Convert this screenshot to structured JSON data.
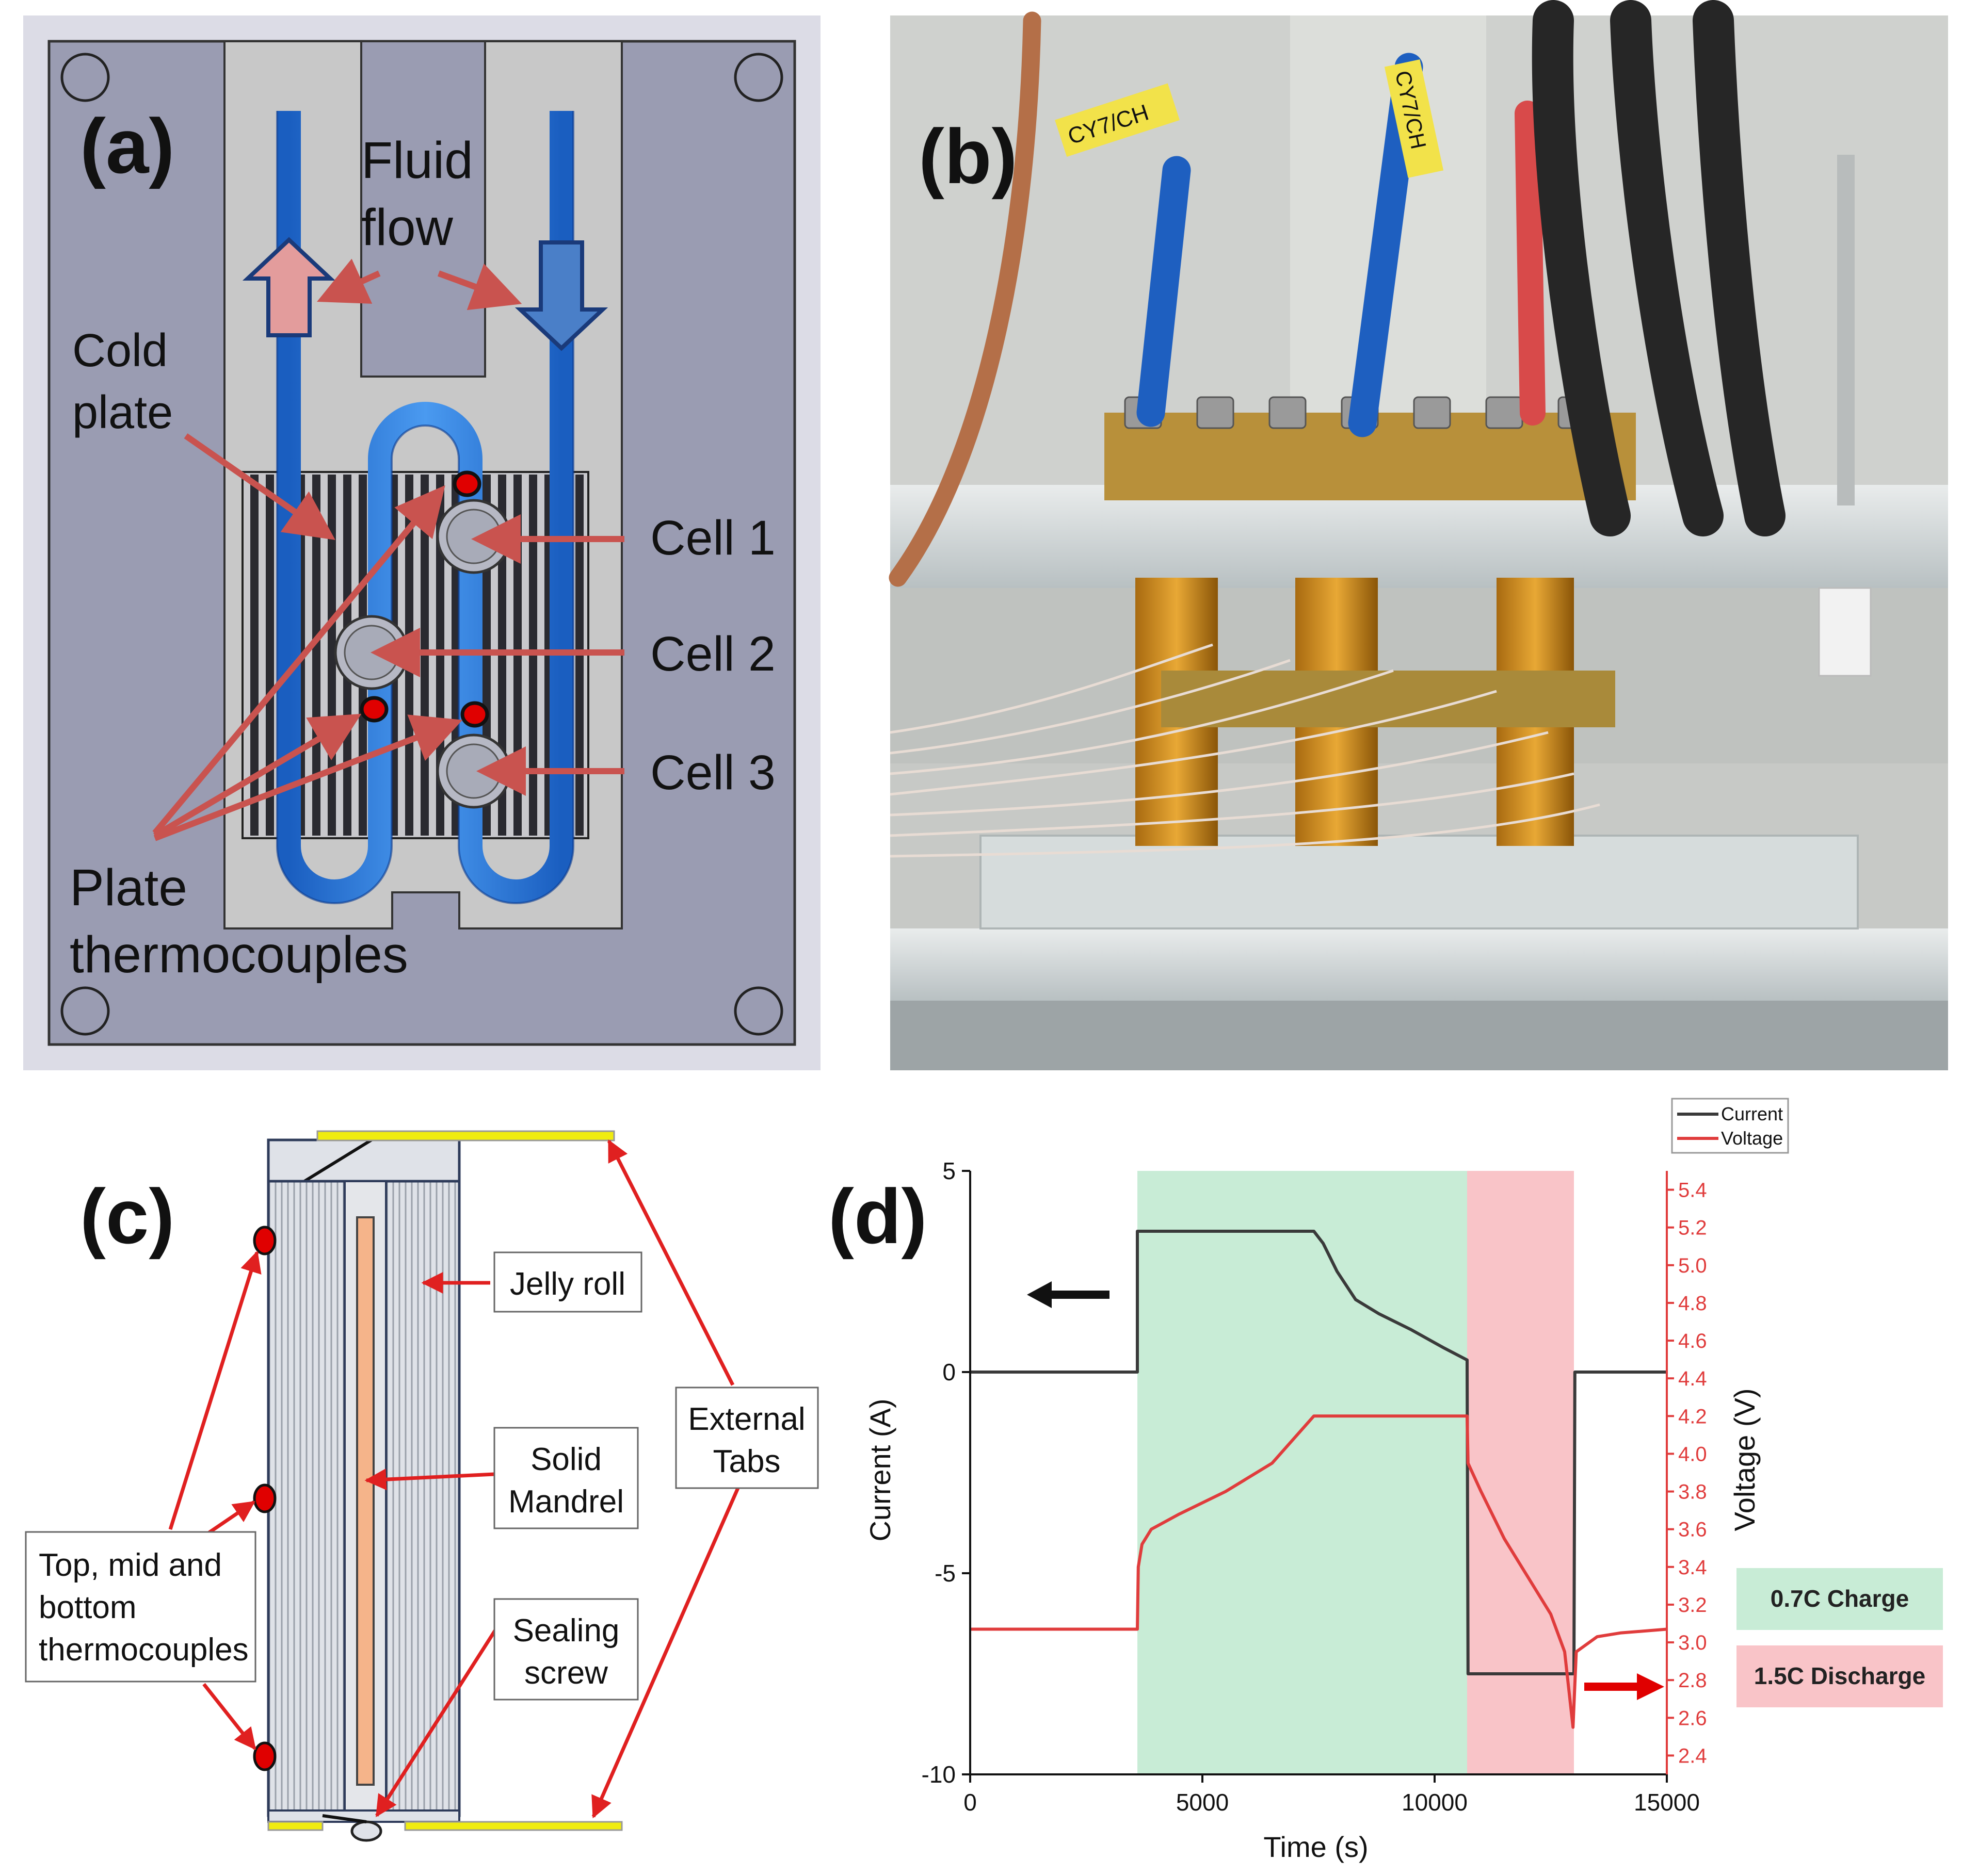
{
  "panel_a": {
    "label": "(a)",
    "fluid_flow": [
      "Fluid",
      "flow"
    ],
    "cold_plate": [
      "Cold",
      "plate"
    ],
    "cell1": "Cell 1",
    "cell2": "Cell 2",
    "cell3": "Cell 3",
    "plate_thermocouples": [
      "Plate",
      "thermocouples"
    ]
  },
  "panel_b": {
    "label": "(b)",
    "tags": [
      "CY7/CH",
      "CY7/CH"
    ]
  },
  "panel_c": {
    "label": "(c)",
    "jelly_roll": "Jelly roll",
    "solid_mandrel": [
      "Solid",
      "Mandrel"
    ],
    "sealing_screw": [
      "Sealing",
      "screw"
    ],
    "external_tabs": [
      "External",
      "Tabs"
    ],
    "thermocouples": [
      "Top, mid and",
      "bottom",
      "thermocouples"
    ]
  },
  "panel_d": {
    "label": "(d)",
    "regions": [
      {
        "label": "0.7C Charge",
        "color": "#c8ecd6"
      },
      {
        "label": "1.5C Discharge",
        "color": "#f9c4c8"
      }
    ]
  },
  "chart_data": {
    "type": "line",
    "xlabel": "Time (s)",
    "ylabel": "Current (A)",
    "y2label": "Voltage (V)",
    "xlim": [
      0,
      15000
    ],
    "ylim": [
      -10,
      5
    ],
    "y2lim": [
      2.3,
      5.5
    ],
    "x_ticks": [
      "0",
      "5000",
      "10000",
      "15000"
    ],
    "y_ticks": [
      "5",
      "0",
      "-5",
      "-10"
    ],
    "y2_ticks": [
      "2.4",
      "2.6",
      "2.8",
      "3.0",
      "3.2",
      "3.4",
      "3.6",
      "3.8",
      "4.0",
      "4.2",
      "4.4",
      "4.6",
      "4.8",
      "5.0",
      "5.2",
      "5.4"
    ],
    "legend": {
      "position": "top-right",
      "entries": [
        "Current",
        "Voltage"
      ]
    },
    "shaded_regions": [
      {
        "x": [
          3600,
          10700
        ],
        "label": "0.7C Charge"
      },
      {
        "x": [
          10700,
          13000
        ],
        "label": "1.5C Discharge"
      }
    ],
    "series": [
      {
        "name": "Current",
        "axis": "left",
        "color": "#3a3a3a",
        "points": [
          [
            0,
            0
          ],
          [
            3600,
            0
          ],
          [
            3600,
            3.5
          ],
          [
            7400,
            3.5
          ],
          [
            7600,
            3.2
          ],
          [
            7900,
            2.5
          ],
          [
            8300,
            1.8
          ],
          [
            8800,
            1.45
          ],
          [
            9500,
            1.05
          ],
          [
            10200,
            0.6
          ],
          [
            10700,
            0.3
          ],
          [
            10720,
            -7.5
          ],
          [
            13000,
            -7.5
          ],
          [
            13020,
            0
          ],
          [
            15000,
            0
          ]
        ]
      },
      {
        "name": "Voltage",
        "axis": "right",
        "color": "#e03c3c",
        "points": [
          [
            0,
            3.07
          ],
          [
            3600,
            3.07
          ],
          [
            3620,
            3.4
          ],
          [
            3700,
            3.52
          ],
          [
            3900,
            3.6
          ],
          [
            4500,
            3.68
          ],
          [
            5500,
            3.8
          ],
          [
            6500,
            3.95
          ],
          [
            7400,
            4.2
          ],
          [
            10700,
            4.2
          ],
          [
            10720,
            3.95
          ],
          [
            11000,
            3.8
          ],
          [
            11500,
            3.55
          ],
          [
            12000,
            3.35
          ],
          [
            12500,
            3.15
          ],
          [
            12800,
            2.95
          ],
          [
            12980,
            2.55
          ],
          [
            13050,
            2.95
          ],
          [
            13500,
            3.03
          ],
          [
            14000,
            3.05
          ],
          [
            15000,
            3.07
          ]
        ]
      }
    ]
  }
}
